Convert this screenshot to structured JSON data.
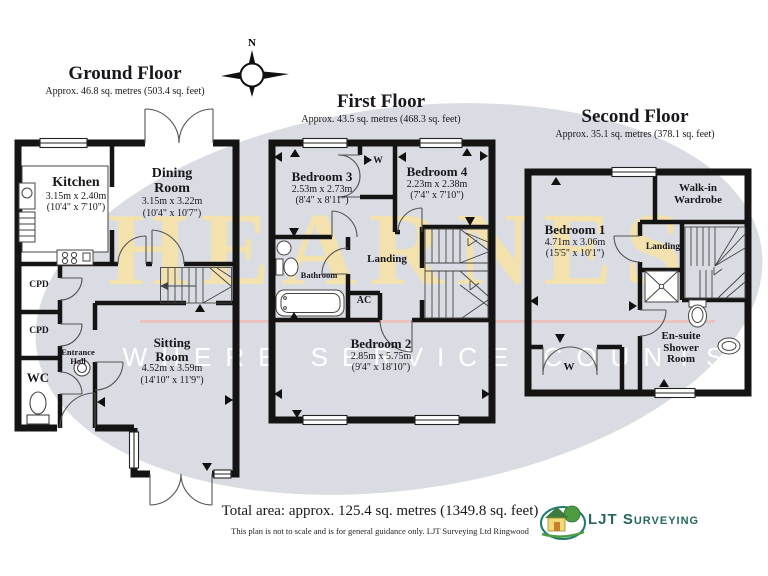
{
  "compass": {
    "label": "N"
  },
  "watermark": {
    "title": "HEARNES",
    "tagline": "WHERE SERVICE COUNTS"
  },
  "floors": {
    "ground": {
      "title": "Ground Floor",
      "area": "Approx. 46.8 sq. metres (503.4 sq. feet)",
      "rooms": {
        "kitchen": {
          "name": "Kitchen",
          "metric": "3.15m x 2.40m",
          "imperial": "(10'4\" x 7'10\")"
        },
        "dining": {
          "name": "Dining Room",
          "metric": "3.15m x 3.22m",
          "imperial": "(10'4\" x 10'7\")"
        },
        "cpd1": {
          "name": "CPD"
        },
        "cpd2": {
          "name": "CPD"
        },
        "entrance": {
          "name": "Entrance Hall"
        },
        "wc": {
          "name": "WC"
        },
        "sitting": {
          "name": "Sitting Room",
          "metric": "4.52m x 3.59m",
          "imperial": "(14'10\" x 11'9\")"
        }
      }
    },
    "first": {
      "title": "First Floor",
      "area": "Approx. 43.5 sq. metres (468.3 sq. feet)",
      "rooms": {
        "bedroom3": {
          "name": "Bedroom 3",
          "metric": "2.53m x 2.73m",
          "imperial": "(8'4\" x 8'11\")"
        },
        "closet": {
          "name": "W"
        },
        "bedroom4": {
          "name": "Bedroom 4",
          "metric": "2.23m x 2.38m",
          "imperial": "(7'4\" x 7'10\")"
        },
        "bathroom": {
          "name": "Bathroom"
        },
        "landing": {
          "name": "Landing"
        },
        "ac": {
          "name": "AC"
        },
        "bedroom2": {
          "name": "Bedroom 2",
          "metric": "2.85m x 5.75m",
          "imperial": "(9'4\" x 18'10\")"
        }
      }
    },
    "second": {
      "title": "Second Floor",
      "area": "Approx. 35.1 sq. metres (378.1 sq. feet)",
      "rooms": {
        "wardrobe": {
          "name": "Walk-in Wardrobe"
        },
        "bedroom1": {
          "name": "Bedroom 1",
          "metric": "4.71m x 3.06m",
          "imperial": "(15'5\" x 10'1\")"
        },
        "landing": {
          "name": "Landing"
        },
        "ensuite": {
          "name": "En-suite Shower Room"
        },
        "closet": {
          "name": "W"
        }
      }
    }
  },
  "footer": {
    "total_area": "Total area: approx. 125.4 sq. metres (1349.8 sq. feet)",
    "disclaimer": "This plan is not to scale and is for general guidance only. LJT Surveying Ltd Ringwood",
    "logo_text": "LJT Surveying"
  }
}
